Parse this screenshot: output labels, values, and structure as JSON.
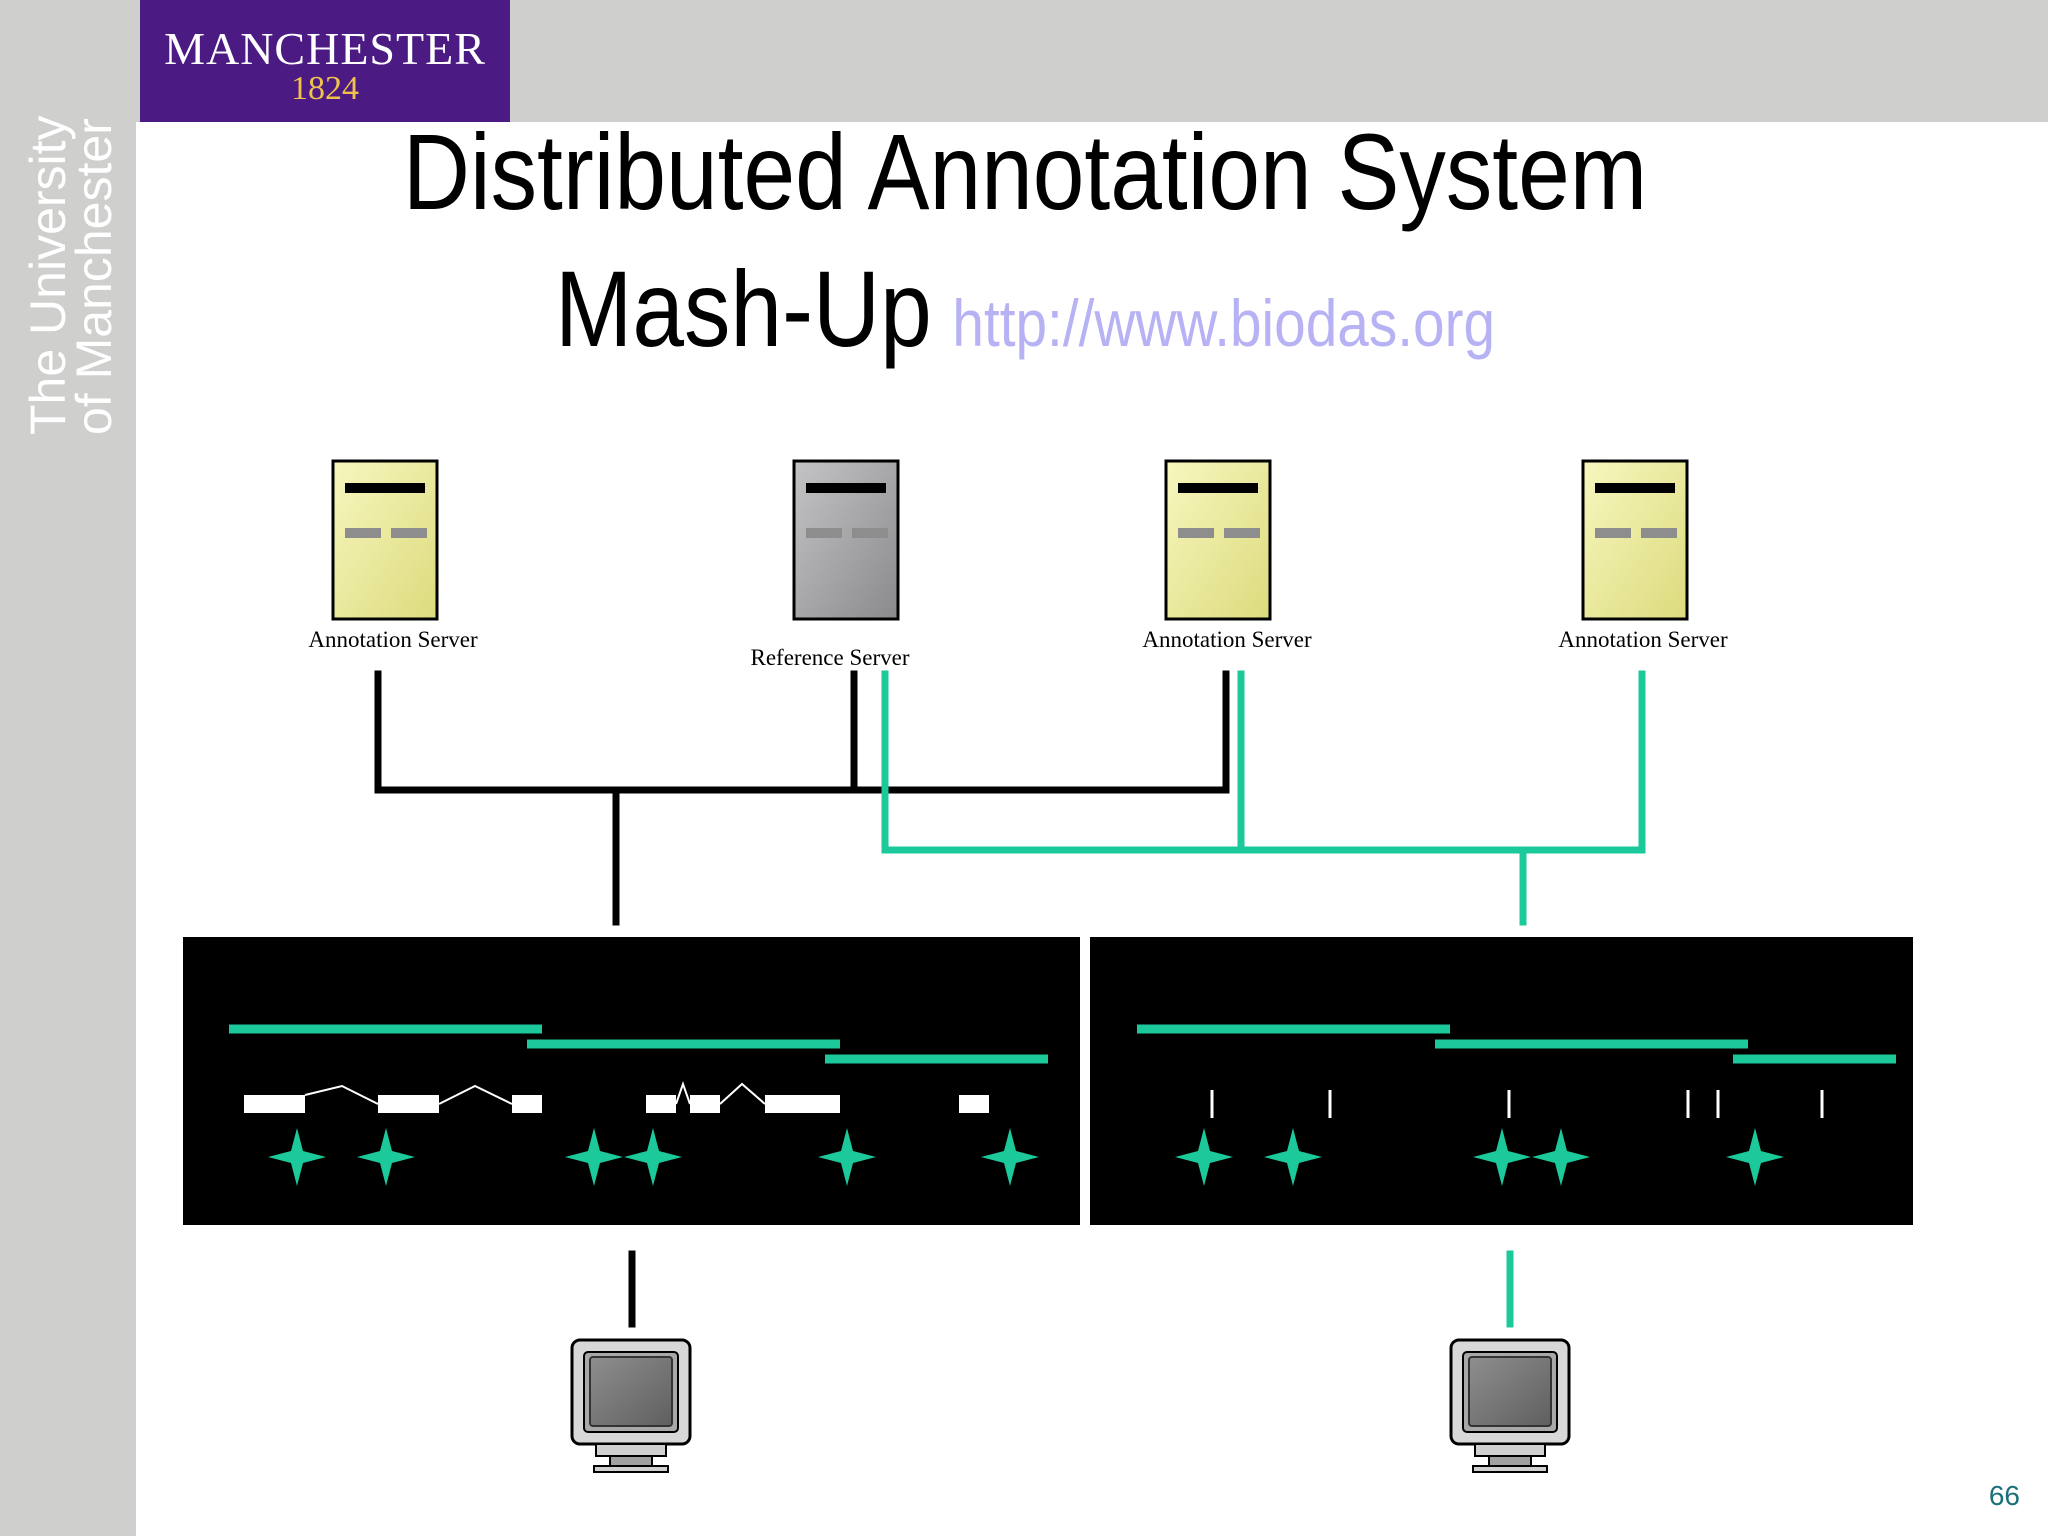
{
  "logo": {
    "name": "MANCHESTER",
    "year": "1824"
  },
  "side_text": {
    "line1": "The University",
    "line2": "of Manchester"
  },
  "title": {
    "line1": "Distributed Annotation System",
    "line2": "Mash-Up",
    "url": "http://www.biodas.org"
  },
  "servers": [
    {
      "label": "Annotation Server",
      "color": "#f0ef9f"
    },
    {
      "label": "Reference Server",
      "color": "#a6a6a8"
    },
    {
      "label": "Annotation Server",
      "color": "#f0ef9f"
    },
    {
      "label": "Annotation Server",
      "color": "#f0ef9f"
    }
  ],
  "colors": {
    "black_connection": "#000000",
    "teal_connection": "#1bc99a",
    "panel_background": "#000000"
  },
  "icons": {
    "server": "server-icon",
    "computer": "computer-monitor-icon",
    "feature": "four-point-star-icon"
  },
  "page_number": "66"
}
